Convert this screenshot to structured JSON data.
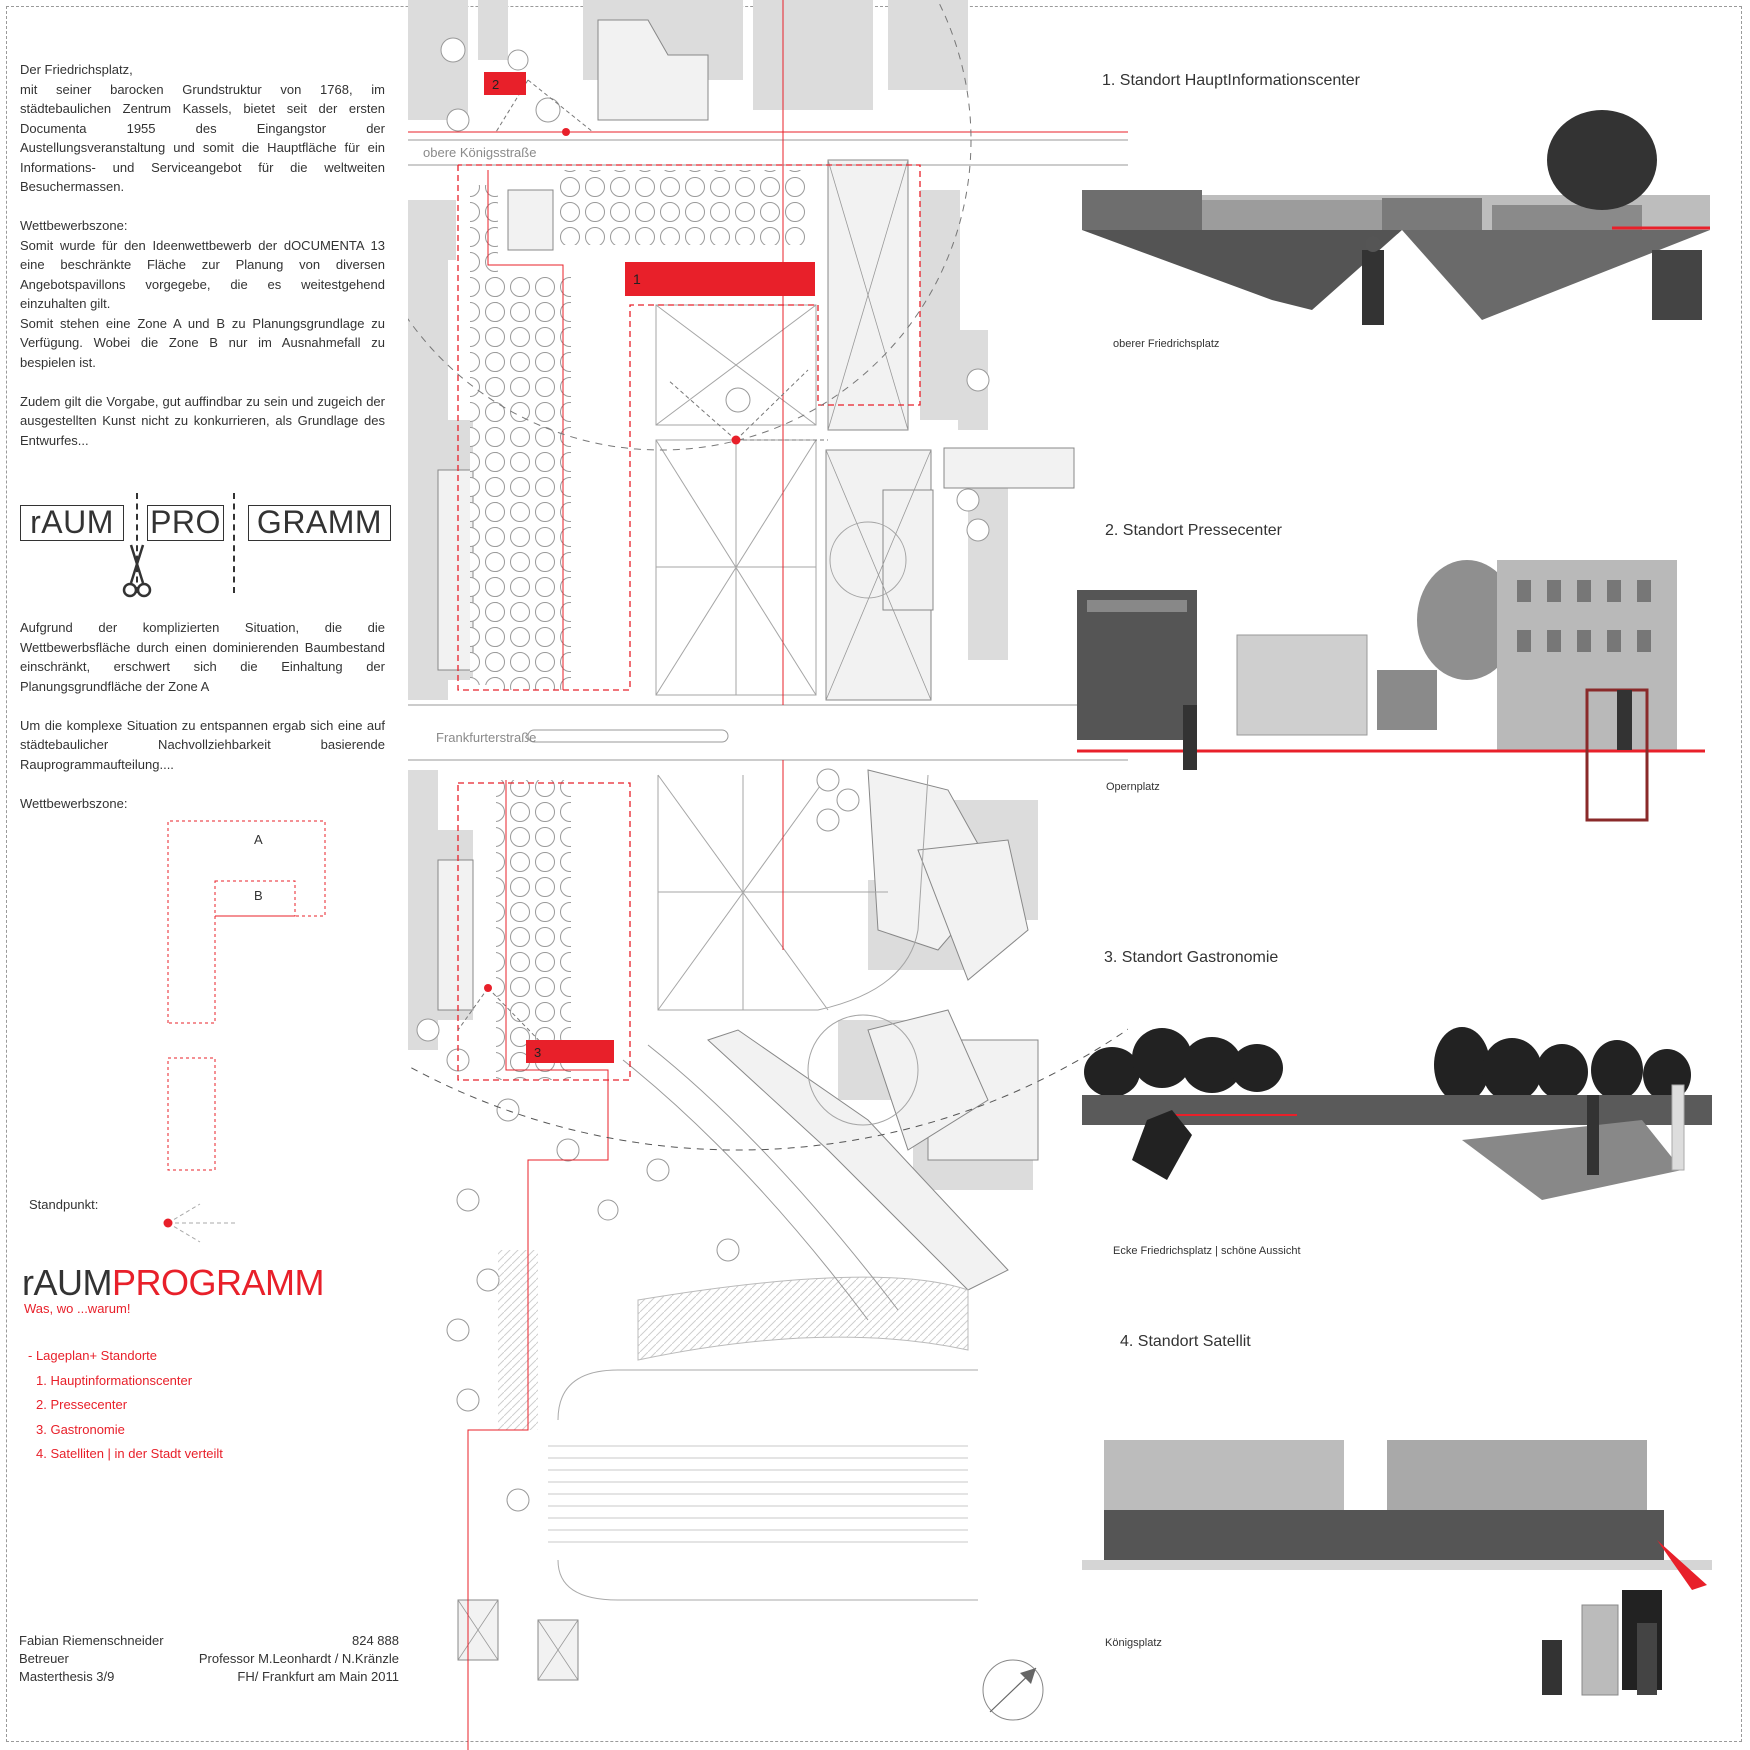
{
  "intro": {
    "p1": "Der Friedrichsplatz,\nmit seiner barocken Grundstruktur von 1768, im städtebaulichen Zentrum Kassels, bietet seit der ersten Documenta 1955 des Eingangstor der Austellungsveranstaltung und somit die Hauptfläche für ein Informations- und Serviceangebot für die weltweiten Besuchermassen.",
    "p2_head": "Wettbewerbszone:",
    "p2": "Somit wurde für den Ideenwettbewerb der dOCUMENTA 13 eine beschränkte Fläche zur Planung von diversen Angebotspavillons vorgegebe, die es weitestgehend einzuhalten gilt.\nSomit stehen eine Zone A und B zu Planungsgrundlage zu Verfügung. Wobei die Zone B nur im Ausnahmefall zu bespielen ist.",
    "p3": "Zudem gilt die Vorgabe, gut auffindbar zu sein und zugeich der ausgestellten Kunst nicht zu konkurrieren, als Grundlage des Entwurfes..."
  },
  "program_boxes": [
    "rAUM",
    "PRO",
    "GRAMM"
  ],
  "body2": {
    "p1": "Aufgrund der komplizierten Situation, die die Wettbewerbsfläche durch einen dominierenden Baumbestand einschränkt, erschwert sich die Einhaltung der Planungsgrundfläche der Zone A",
    "p2": "Um die komplexe Situation zu entspannen ergab sich eine auf städtebaulicher Nachvollziehbarkeit basierende Rauprogrammaufteilung...."
  },
  "zones": {
    "heading": "Wettbewerbszone:",
    "a": "A",
    "b": "B"
  },
  "standpunkt": "Standpunkt:",
  "title": {
    "part1": "rAUM",
    "part2": "PROGRAMM",
    "subtitle": "Was, wo ...warum!"
  },
  "menu": [
    "- Lageplan+ Standorte",
    "1. Hauptinformationscenter",
    "2. Pressecenter",
    "3. Gastronomie",
    "4. Satelliten | in der Stadt verteilt"
  ],
  "credits": {
    "name": "Fabian Riemenschneider",
    "number": "824 888",
    "betreuer": "Betreuer",
    "professor": "Professor  M.Leonhardt  /  N.Kränzle",
    "thesis": "Masterthesis  3/9",
    "school": "FH/ Frankfurt am Main  2011"
  },
  "map": {
    "street1": "obere Königsstraße",
    "street2": "Frankfurterstraße",
    "site_numbers": [
      "1",
      "2",
      "3"
    ]
  },
  "locations": [
    {
      "title": "1. Standort HauptInformationscenter",
      "caption": "oberer Friedrichsplatz"
    },
    {
      "title": "2. Standort  Pressecenter",
      "caption": "Opernplatz"
    },
    {
      "title": "3. Standort Gastronomie",
      "caption": "Ecke Friedrichsplatz | schöne Aussicht"
    },
    {
      "title": "4. Standort Satellit",
      "caption": "Königsplatz"
    }
  ],
  "colors": {
    "accent": "#e8202a",
    "text": "#333333",
    "plan": "#d9d9d9"
  }
}
